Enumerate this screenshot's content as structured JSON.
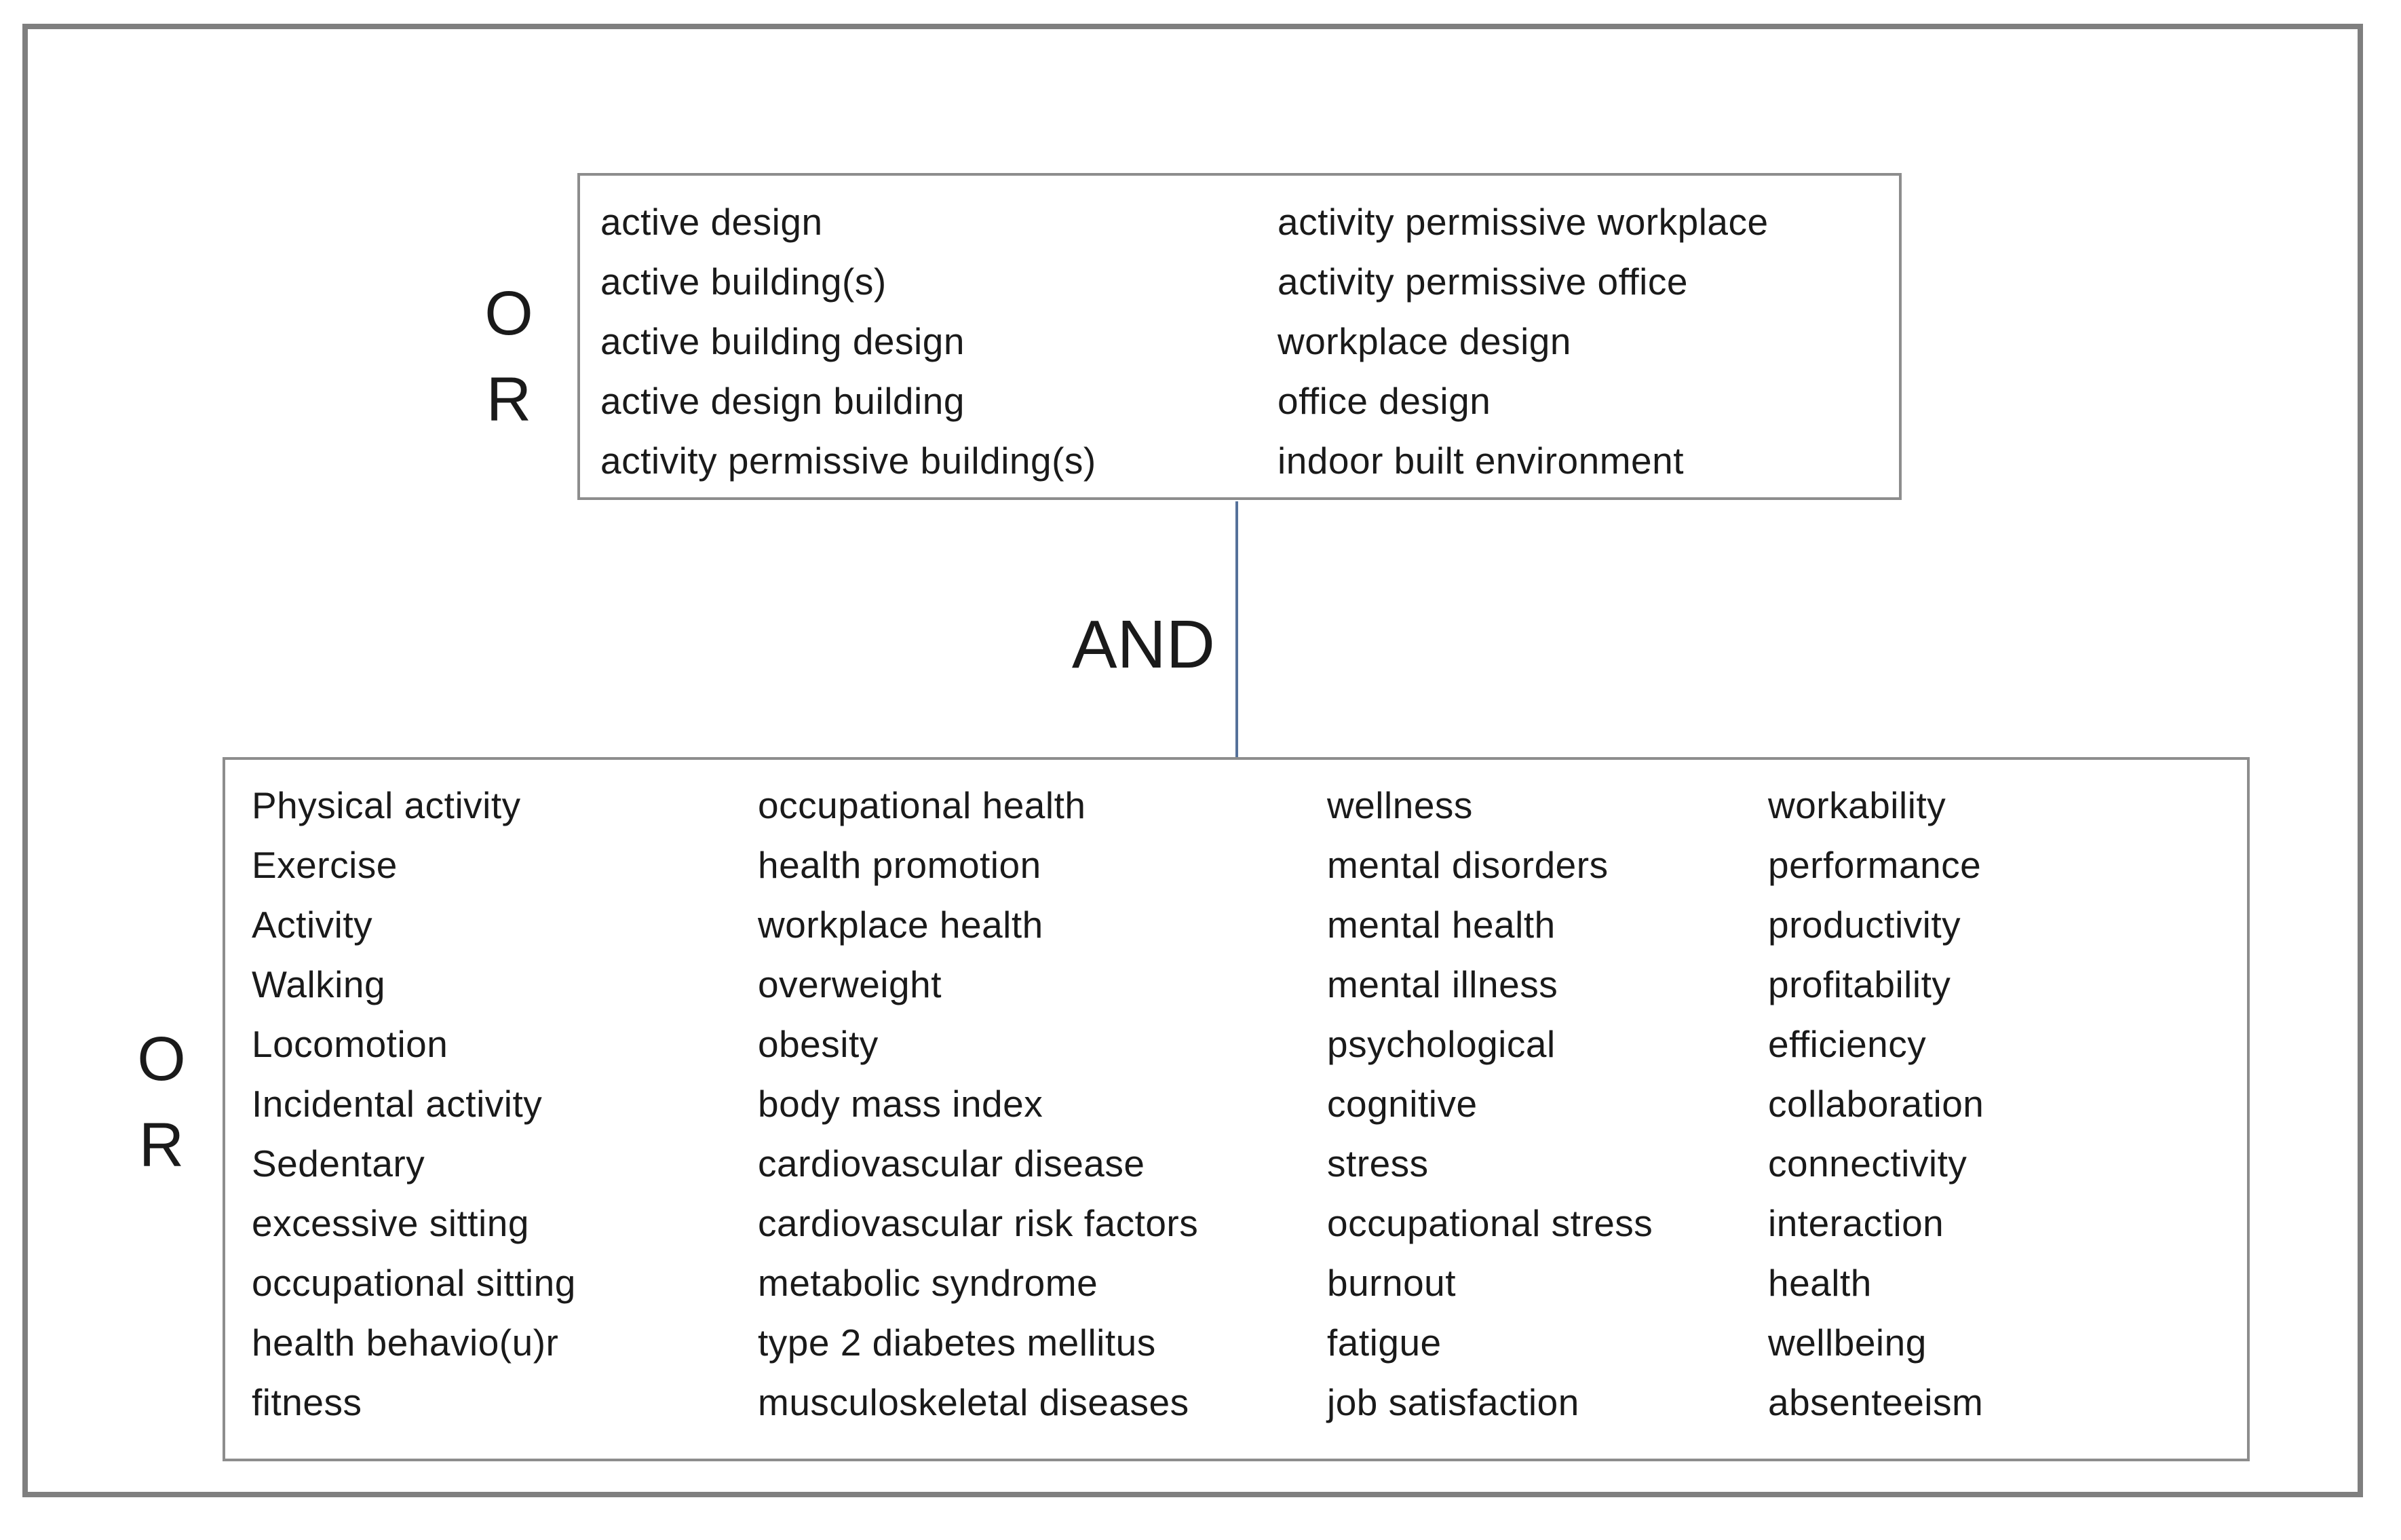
{
  "figure": {
    "description": "Boolean search strategy diagram: two OR term boxes combined with AND"
  },
  "operators": {
    "and": "AND",
    "or_letters": [
      "O",
      "R"
    ]
  },
  "top_box": {
    "columns": [
      {
        "items": [
          "active design",
          "active building(s)",
          "active building design",
          "active design building",
          "activity permissive building(s)"
        ]
      },
      {
        "items": [
          "activity permissive workplace",
          "activity permissive office",
          "workplace design",
          "office design",
          "indoor built environment"
        ]
      }
    ]
  },
  "bottom_box": {
    "columns": [
      {
        "items": [
          "Physical activity",
          "Exercise",
          "Activity",
          "Walking",
          "Locomotion",
          "Incidental activity",
          "Sedentary",
          "excessive sitting",
          "occupational sitting",
          "health behavio(u)r",
          "fitness"
        ]
      },
      {
        "items": [
          "occupational health",
          "health promotion",
          "workplace health",
          "overweight",
          "obesity",
          "body mass index",
          "cardiovascular disease",
          "cardiovascular risk factors",
          "metabolic syndrome",
          "type 2 diabetes mellitus",
          "musculoskeletal diseases"
        ]
      },
      {
        "items": [
          "wellness",
          "mental disorders",
          "mental health",
          "mental illness",
          "psychological",
          "cognitive",
          "stress",
          "occupational stress",
          "burnout",
          "fatigue",
          "job satisfaction"
        ]
      },
      {
        "items": [
          "workability",
          "performance",
          "productivity",
          "profitability",
          "efficiency",
          "collaboration",
          "connectivity",
          "interaction",
          "health",
          "wellbeing",
          "absenteeism"
        ]
      }
    ]
  },
  "colors": {
    "background": "#ffffff",
    "text": "#1a1a1a",
    "outer_border": "#7f7f7f",
    "box_border": "#8d8d8d",
    "connector_line": "#55719a"
  }
}
